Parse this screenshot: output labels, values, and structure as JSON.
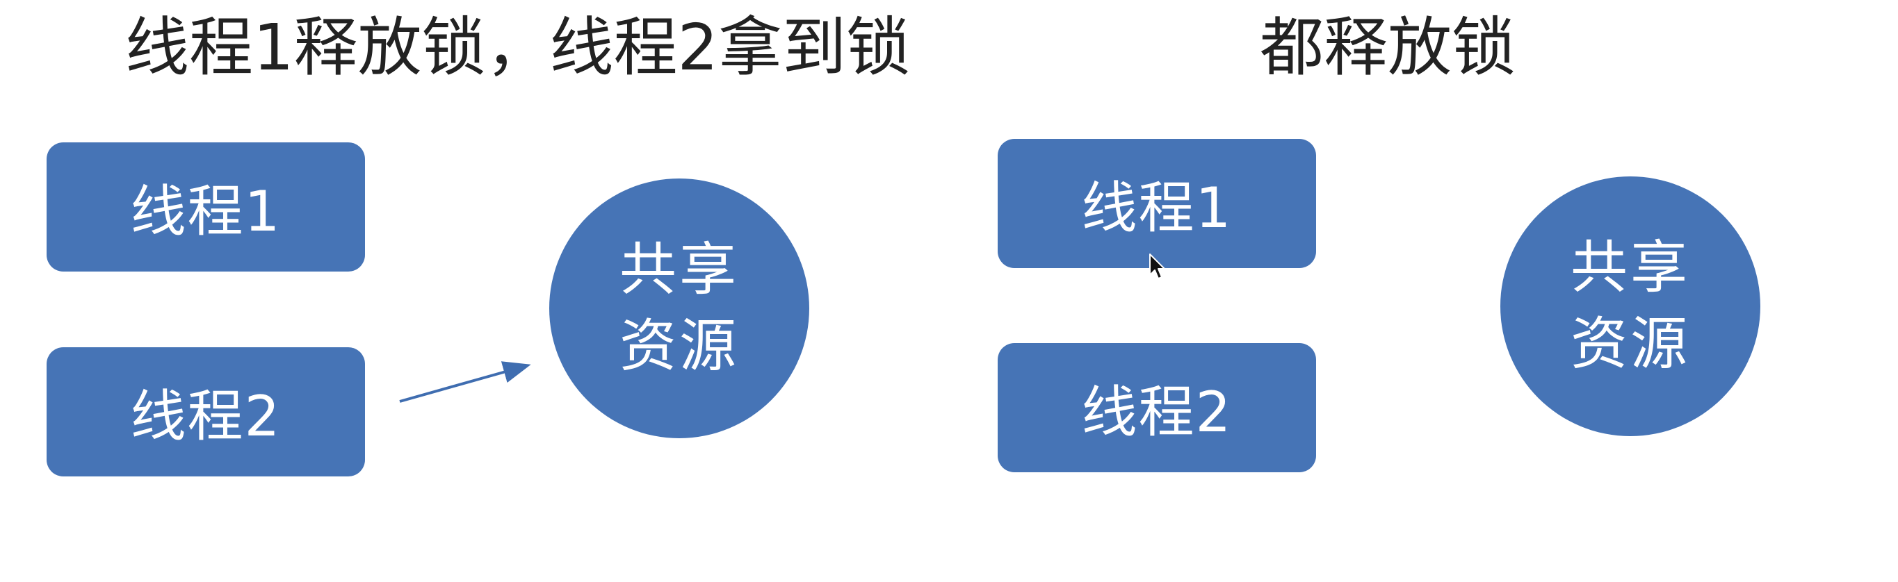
{
  "left_panel": {
    "title": "线程1释放锁，线程2拿到锁",
    "thread1_label": "线程1",
    "thread2_label": "线程2",
    "resource_line1": "共享",
    "resource_line2": "资源"
  },
  "right_panel": {
    "title": "都释放锁",
    "thread1_label": "线程1",
    "thread2_label": "线程2",
    "resource_line1": "共享",
    "resource_line2": "资源"
  },
  "colors": {
    "shape_fill": "#4674b6",
    "arrow": "#3f6db0",
    "title_text": "#222222"
  },
  "icons": {
    "arrow": "arrow-thread2-to-resource-icon",
    "cursor": "mouse-cursor-icon"
  }
}
